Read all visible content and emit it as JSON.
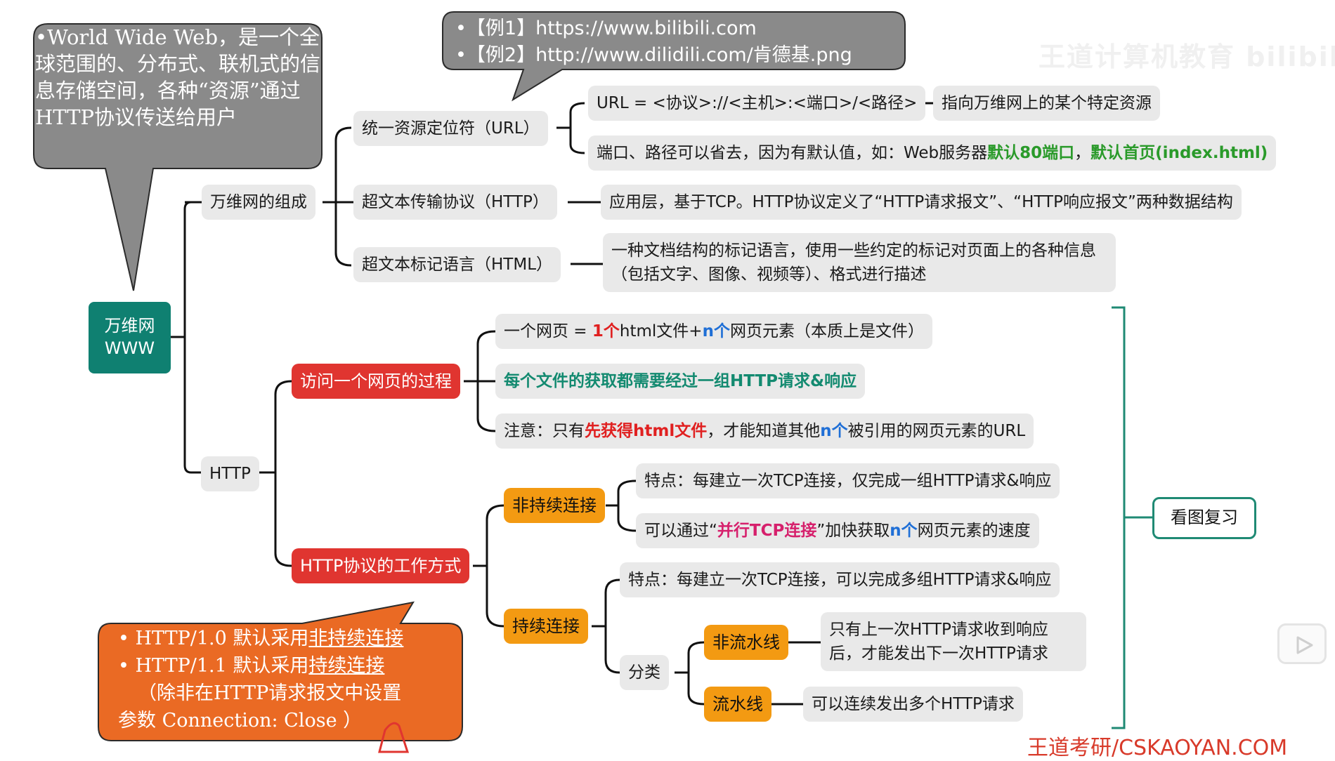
{
  "root": {
    "line1": "万维网",
    "line2": "WWW"
  },
  "callout_definition": "•World Wide Web，是一个全球范围的、分布式、联机式的信息存储空间，各种“资源”通过HTTP协议传送给用户",
  "callout_examples": [
    "•【例1】https://www.bilibili.com",
    "•【例2】http://www.dilidili.com/肯德基.png"
  ],
  "composition": {
    "label": "万维网的组成",
    "url": {
      "label": "统一资源定位符（URL）",
      "format": "URL = <协议>://<主机>:<端口>/<路径>",
      "meaning": "指向万维网上的某个特定资源",
      "note_prefix": "端口、路径可以省去，因为有默认值，如：Web服务器",
      "note_port": "默认80端口",
      "note_sep": "，",
      "note_home": "默认首页(index.html)"
    },
    "http": {
      "label": "超文本传输协议（HTTP）",
      "desc": "应用层，基于TCP。HTTP协议定义了“HTTP请求报文”、“HTTP响应报文”两种数据结构"
    },
    "html": {
      "label": "超文本标记语言（HTML）",
      "desc": "一种文档结构的标记语言，使用一些约定的标记对页面上的各种信息（包括文字、图像、视频等）、格式进行描述"
    }
  },
  "http_branch": {
    "label": "HTTP",
    "visit": {
      "label": "访问一个网页的过程",
      "page": {
        "a": "一个网页 = ",
        "b": "1个",
        "c": "html文件+",
        "d": "n个",
        "e": "网页元素（本质上是文件）"
      },
      "request": "每个文件的获取都需要经过一组HTTP请求&响应",
      "note": {
        "a": "注意：只有",
        "b": "先获得html文件",
        "c": "，才能知道其他",
        "d": "n个",
        "e": "被引用的网页元素的URL"
      }
    },
    "work": {
      "label": "HTTP协议的工作方式",
      "nonpersistent": {
        "label": "非持续连接",
        "feature": "特点：每建立一次TCP连接，仅完成一组HTTP请求&响应",
        "parallel": {
          "a": "可以通过“",
          "b": "并行TCP连接",
          "c": "”加快获取",
          "d": "n个",
          "e": "网页元素的速度"
        }
      },
      "persistent": {
        "label": "持续连接",
        "feature": "特点：每建立一次TCP连接，可以完成多组HTTP请求&响应",
        "category": "分类",
        "nonpipeline": {
          "label": "非流水线",
          "desc": "只有上一次HTTP请求收到响应后，才能发出下一次HTTP请求"
        },
        "pipeline": {
          "label": "流水线",
          "desc": "可以连续发出多个HTTP请求"
        }
      }
    }
  },
  "callout_versions": {
    "l1a": "HTTP/1.0 默认采用",
    "l1b": "非持续连接",
    "l2a": "HTTP/1.1 默认采用",
    "l2b": "持续连接",
    "l3": "（除非在HTTP请求报文中设置",
    "l4": "参数 Connection: Close ）"
  },
  "review": "看图复习",
  "watermark": "王道计算机教育 bilibili",
  "brand": "王道考研/CSKAOYAN.COM",
  "colors": {
    "root": "#0f8071",
    "red": "#e03530",
    "orange": "#f39a12",
    "box": "#e9e9e9",
    "callout_grey": "#8a8a8a",
    "callout_orange": "#ea6a24"
  }
}
